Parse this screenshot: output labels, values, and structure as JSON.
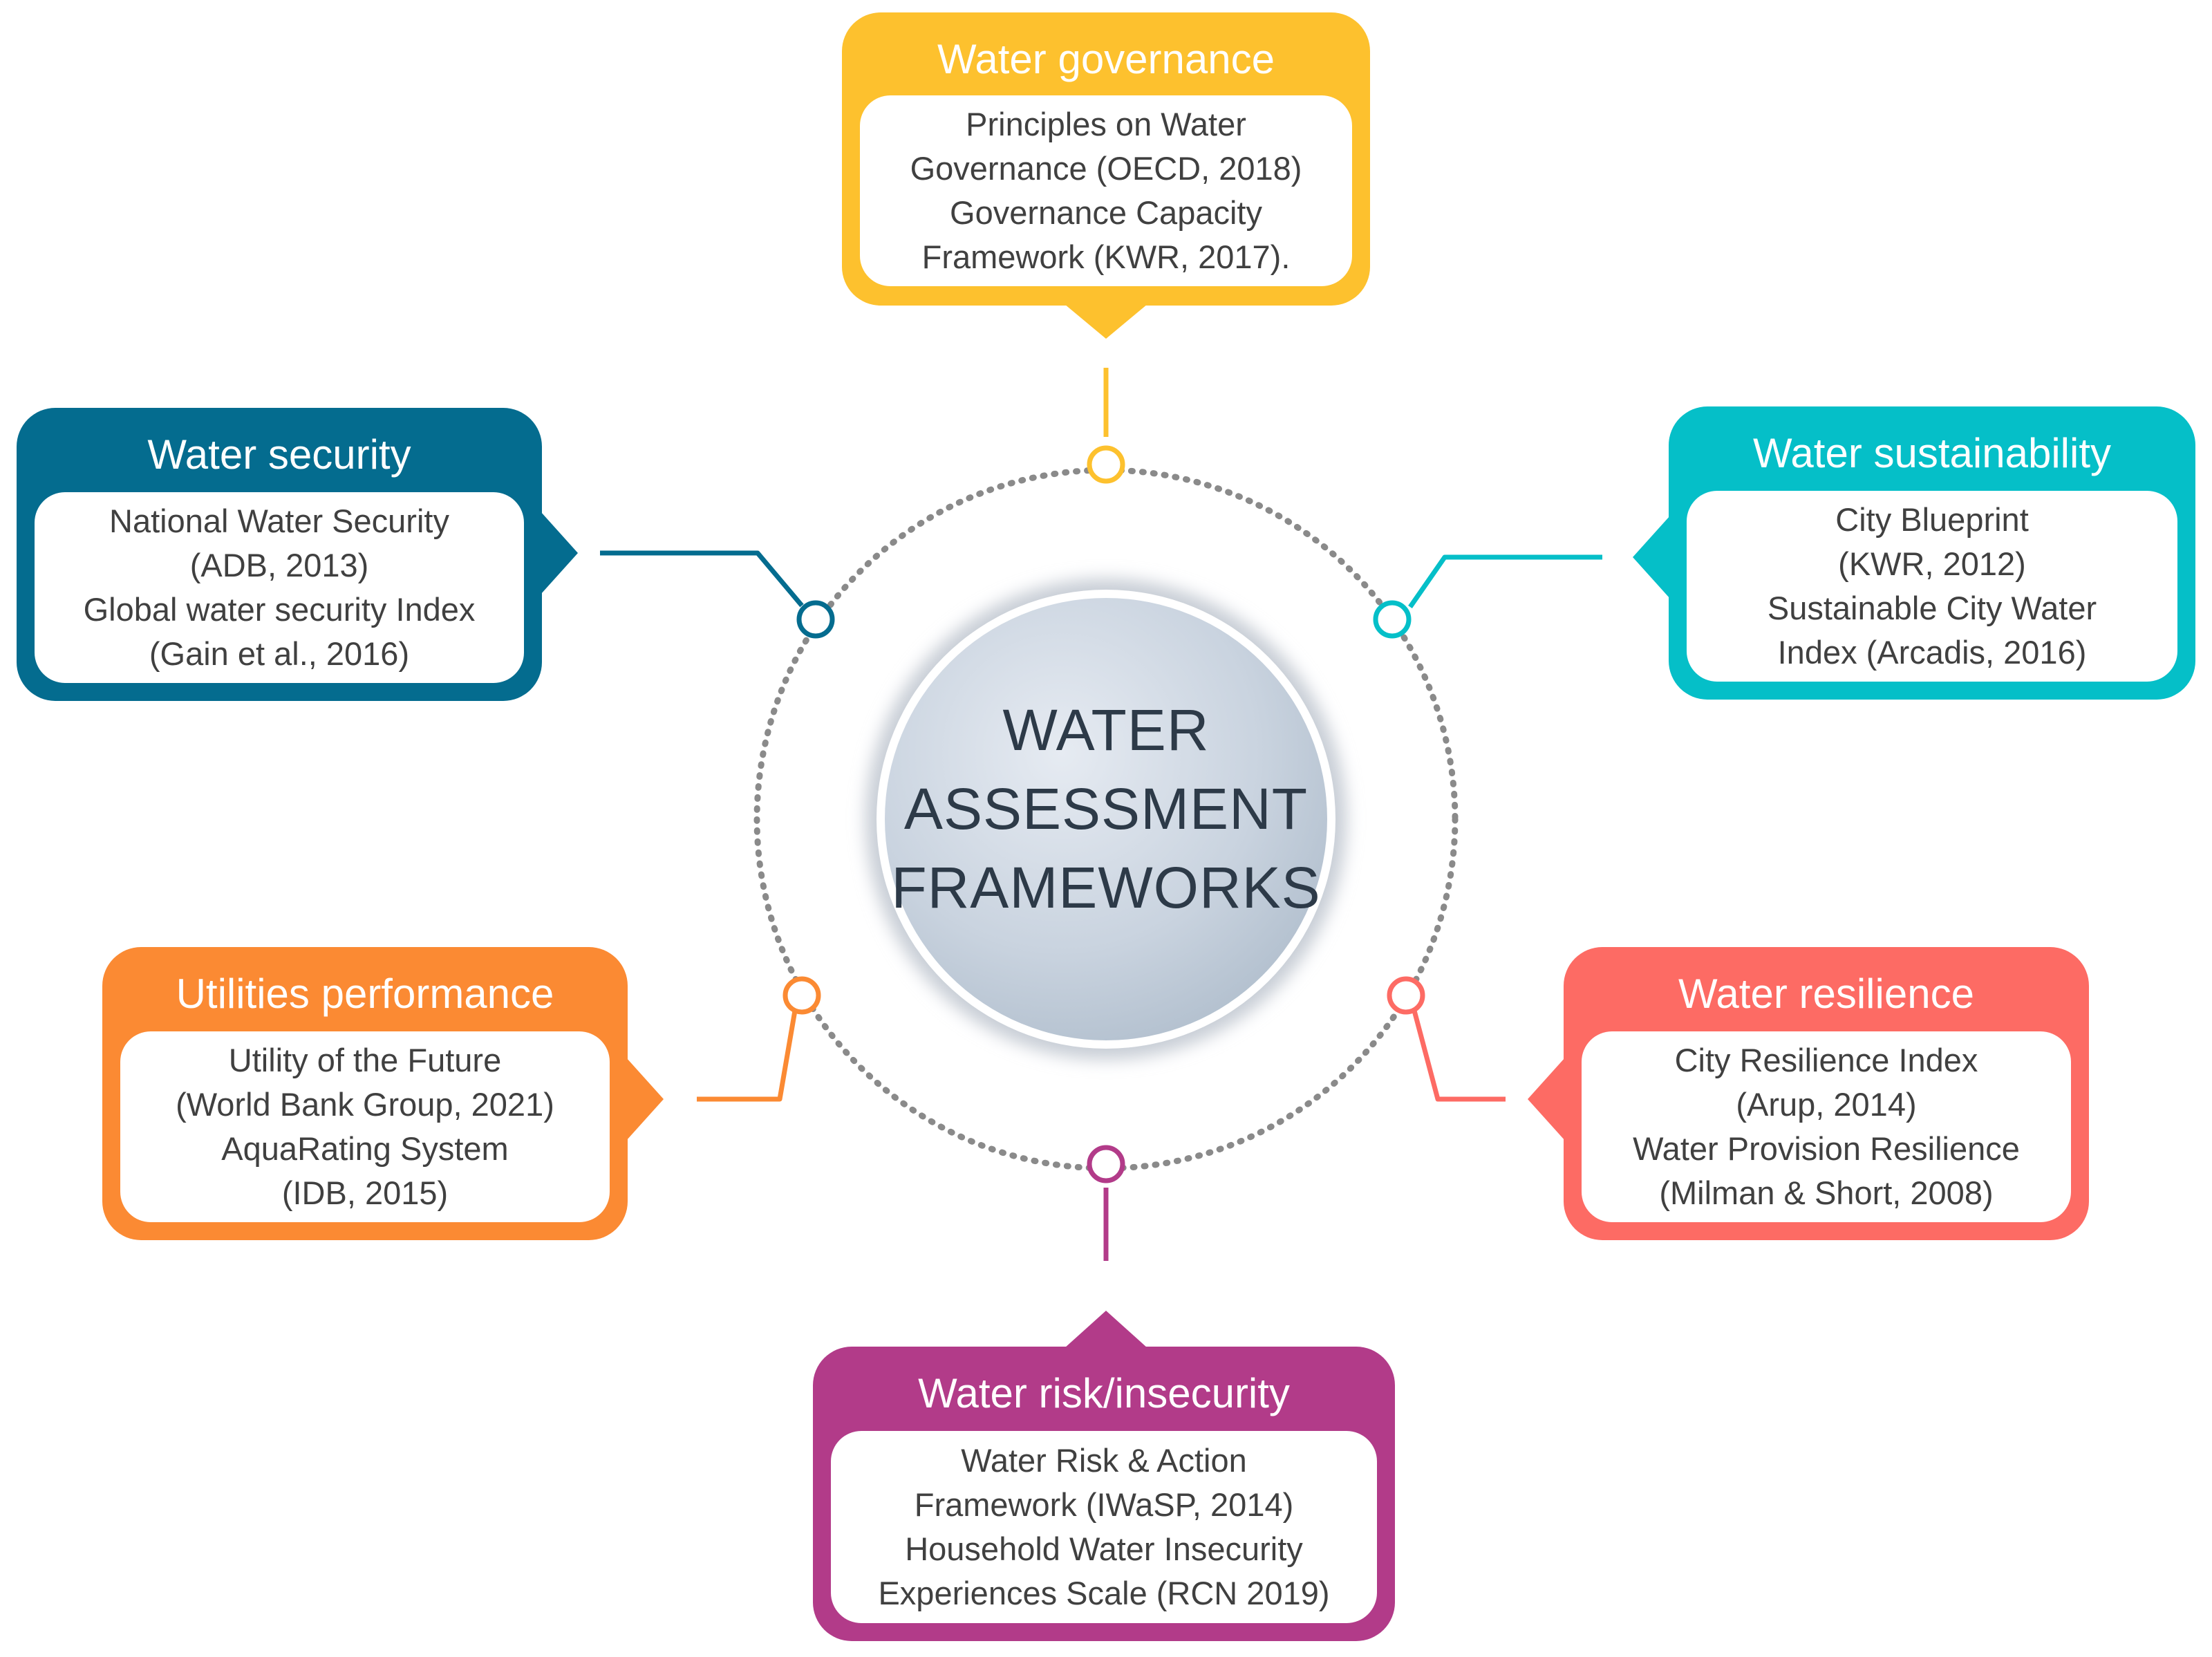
{
  "center": {
    "lines": [
      "WATER",
      "ASSESSMENT",
      "FRAMEWORKS"
    ]
  },
  "colors": {
    "governance": "#fdc12e",
    "security": "#046c8f",
    "sustainability": "#05bfc8",
    "utilities": "#fb8a33",
    "resilience": "#fd6b64",
    "risk": "#b23b89",
    "ring_dots": "#8a8a8a"
  },
  "categories": [
    {
      "key": "governance",
      "title": "Water governance",
      "lines": [
        "Principles on Water",
        "Governance (OECD, 2018)",
        "Governance Capacity",
        "Framework (KWR, 2017)."
      ]
    },
    {
      "key": "security",
      "title": "Water security",
      "lines": [
        "National Water Security",
        "(ADB, 2013)",
        "Global water security Index",
        "(Gain et al., 2016)"
      ]
    },
    {
      "key": "sustainability",
      "title": "Water sustainability",
      "lines": [
        "City Blueprint",
        "(KWR, 2012)",
        "Sustainable  City Water",
        "Index (Arcadis, 2016)"
      ]
    },
    {
      "key": "utilities",
      "title": "Utilities performance",
      "lines": [
        "Utility  of the Future",
        "(World Bank Group, 2021)",
        "AquaRating System",
        "(IDB, 2015)"
      ]
    },
    {
      "key": "resilience",
      "title": "Water resilience",
      "lines": [
        "City Resilience  Index",
        "(Arup, 2014)",
        "Water Provision Resilience",
        "(Milman & Short, 2008)"
      ]
    },
    {
      "key": "risk",
      "title": "Water risk/insecurity",
      "lines": [
        "Water Risk & Action",
        "Framework (IWaSP, 2014)",
        "Household Water Insecurity",
        "Experiences Scale (RCN 2019)"
      ]
    }
  ]
}
